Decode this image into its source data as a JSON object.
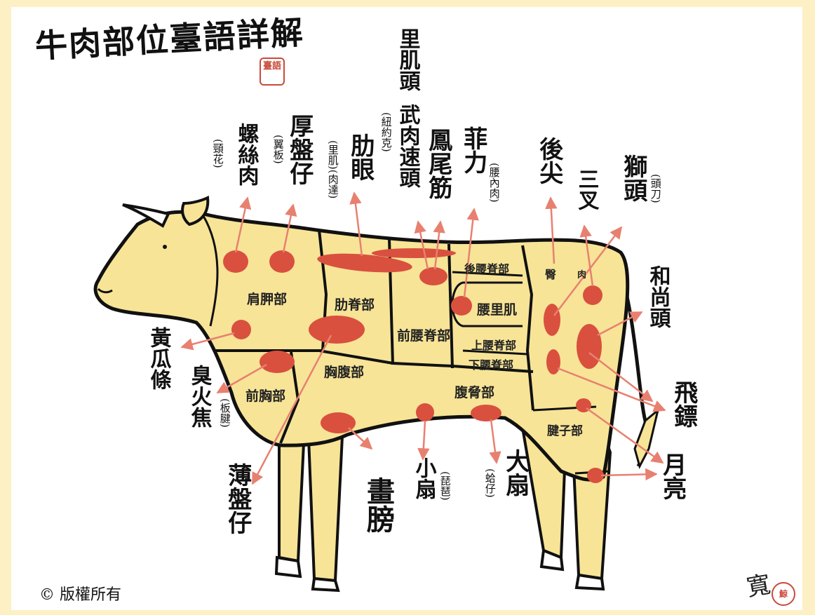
{
  "title": "牛肉部位臺語詳解",
  "title_seal": "臺語",
  "copyright": "© 版權所有",
  "signature": "寬",
  "corner_seal": "鯨",
  "colors": {
    "background": "#fdf0c4",
    "body": "#f7e497",
    "outline": "#111111",
    "spot": "#d9503f",
    "arrow": "#e88070",
    "seal": "#c94a3a"
  },
  "regions": {
    "shoulder": "肩胛部",
    "rib": "肋脊部",
    "front_loin": "前腰脊部",
    "rear_loin": "後腰脊部",
    "tenderloin": "腰里肌",
    "upper_loin": "上腰脊部",
    "lower_loin": "下腰脊部",
    "rump": "臀",
    "rump_suffix": "肉",
    "brisket": "前胸部",
    "chest_belly": "胸腹部",
    "flank": "腹脅部",
    "shank": "腱子部"
  },
  "cuts": {
    "snail_meat": {
      "name": "螺絲肉",
      "note": "(頸花)"
    },
    "thick_plate": {
      "name": "厚盤仔",
      "note": "(翼板)"
    },
    "rib_eye": {
      "name": "肋眼",
      "note": "(里肌)(肉達)"
    },
    "sirloin_cap": {
      "name": "里肌頭",
      "alt": "武肉速頭",
      "note": "(紐約克)"
    },
    "phoenix_tail": {
      "name": "鳳尾筋"
    },
    "fillet": {
      "name": "菲力",
      "note": "(腰內肉)"
    },
    "rear_heart": {
      "name": "後尖"
    },
    "tri_tip": {
      "name": "三叉"
    },
    "lion_head": {
      "name": "獅頭",
      "note": "(頭刀)"
    },
    "monk_head": {
      "name": "和尚頭"
    },
    "cucumber_strip": {
      "name": "黃瓜條"
    },
    "chuck_tender": {
      "name": "臭火焦",
      "note": "(板腱)"
    },
    "thin_plate": {
      "name": "薄盤仔"
    },
    "short_rib": {
      "name": "畫膀"
    },
    "small_fan": {
      "name": "小扇",
      "note": "(琵琶)"
    },
    "big_fan": {
      "name": "大扇",
      "note": "(蛤仔)"
    },
    "flying_dart": {
      "name": "飛鏢"
    },
    "moon": {
      "name": "月亮"
    }
  }
}
